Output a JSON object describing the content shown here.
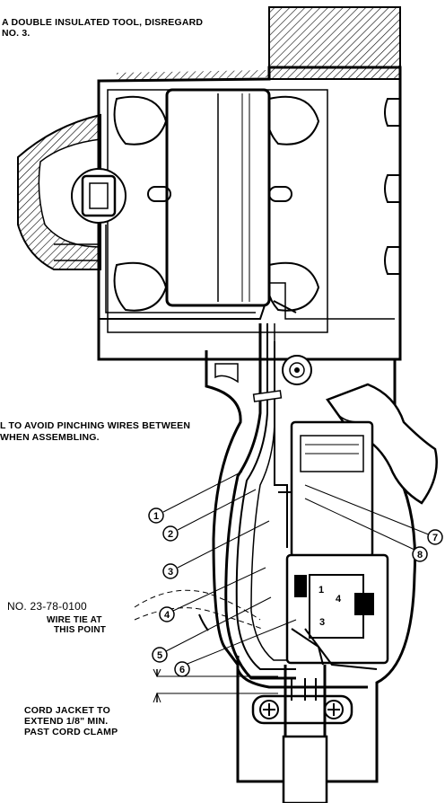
{
  "notes": {
    "top_line1": "A DOUBLE INSULATED TOOL, DISREGARD",
    "top_line2": "NO. 3.",
    "pinch_line1": "L TO AVOID PINCHING WIRES BETWEEN",
    "pinch_line2": "WHEN ASSEMBLING.",
    "wire_tie_part": "NO. 23-78-0100",
    "wire_tie_line1": "WIRE TIE AT",
    "wire_tie_line2": "THIS POINT",
    "cord_line1": "CORD JACKET TO",
    "cord_line2": "EXTEND 1/8\" MIN.",
    "cord_line3": "PAST CORD CLAMP"
  },
  "callouts": [
    "1",
    "2",
    "3",
    "4",
    "5",
    "6",
    "7",
    "8"
  ],
  "terminals": [
    "1",
    "4",
    "3"
  ],
  "colors": {
    "ink": "#000000",
    "paper": "#ffffff"
  }
}
